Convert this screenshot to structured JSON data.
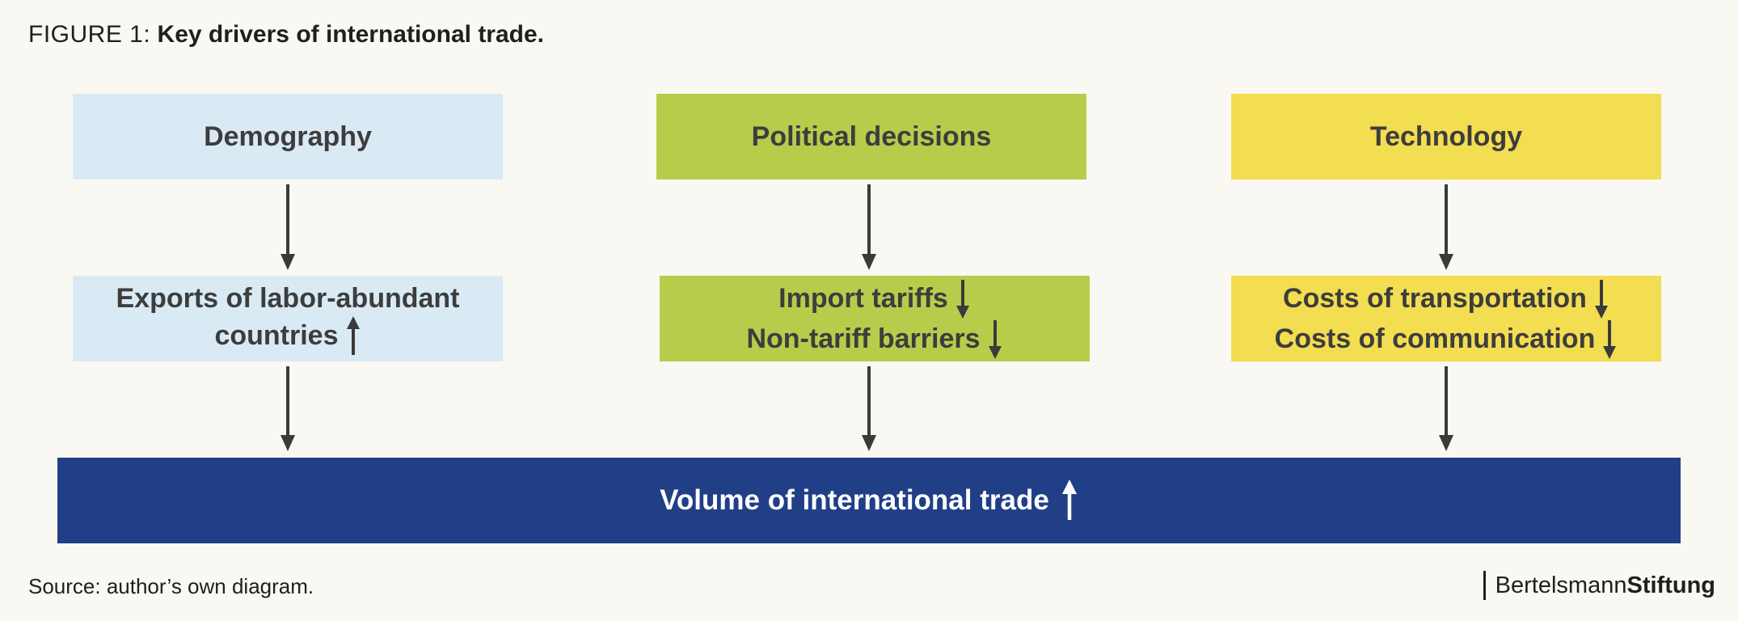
{
  "figure": {
    "label": "FIGURE 1:",
    "caption": "Key drivers of international trade."
  },
  "columns": [
    {
      "header": "Demography",
      "lines": [
        {
          "text": "Exports of labor-abundant",
          "trend": ""
        },
        {
          "text": "countries",
          "trend": "up"
        }
      ],
      "color": "#d9eaf5"
    },
    {
      "header": "Political decisions",
      "lines": [
        {
          "text": "Import tariffs",
          "trend": "down"
        },
        {
          "text": "Non-tariff barriers",
          "trend": "down"
        }
      ],
      "color": "#b8cc4b"
    },
    {
      "header": "Technology",
      "lines": [
        {
          "text": "Costs of transportation",
          "trend": "down"
        },
        {
          "text": "Costs of communication",
          "trend": "down"
        }
      ],
      "color": "#f3dd50"
    }
  ],
  "outcome": {
    "text": "Volume of international trade",
    "trend": "up",
    "color": "#213f86"
  },
  "footer": {
    "source": "Source: author’s own diagram.",
    "brand_regular": "Bertelsmann",
    "brand_bold": "Stiftung"
  },
  "icons": {
    "up": "arrow-up-icon",
    "down": "arrow-down-icon"
  },
  "colors": {
    "arrow": "#3a3a3a",
    "background": "#f9f8f2"
  }
}
